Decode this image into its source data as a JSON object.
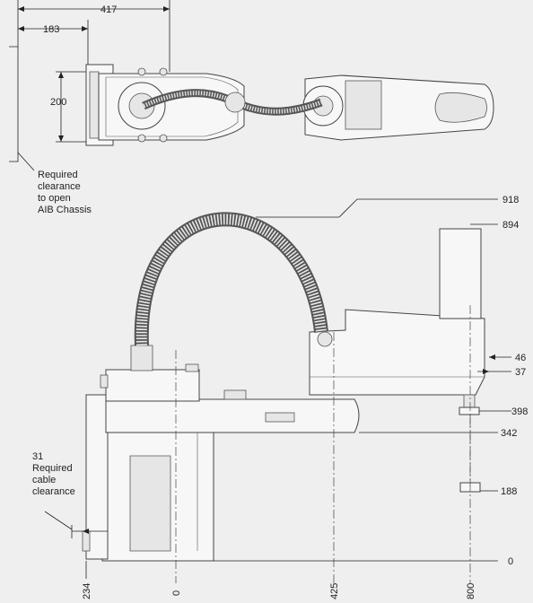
{
  "dimensions": {
    "top_417": "417",
    "top_183": "183",
    "top_200": "200",
    "side_918": "918",
    "side_894": "894",
    "side_46": "46",
    "side_37": "37",
    "side_398": "398",
    "side_342": "342",
    "side_188": "188",
    "side_0": "0",
    "side_31": "31",
    "bottom_234": "234",
    "bottom_0": "0",
    "bottom_425": "425",
    "bottom_800": "800"
  },
  "notes": {
    "clearance_chassis": [
      "Required",
      "clearance",
      "to open",
      "AIB Chassis"
    ],
    "cable_clearance": [
      "Required",
      "cable",
      "clearance"
    ]
  }
}
